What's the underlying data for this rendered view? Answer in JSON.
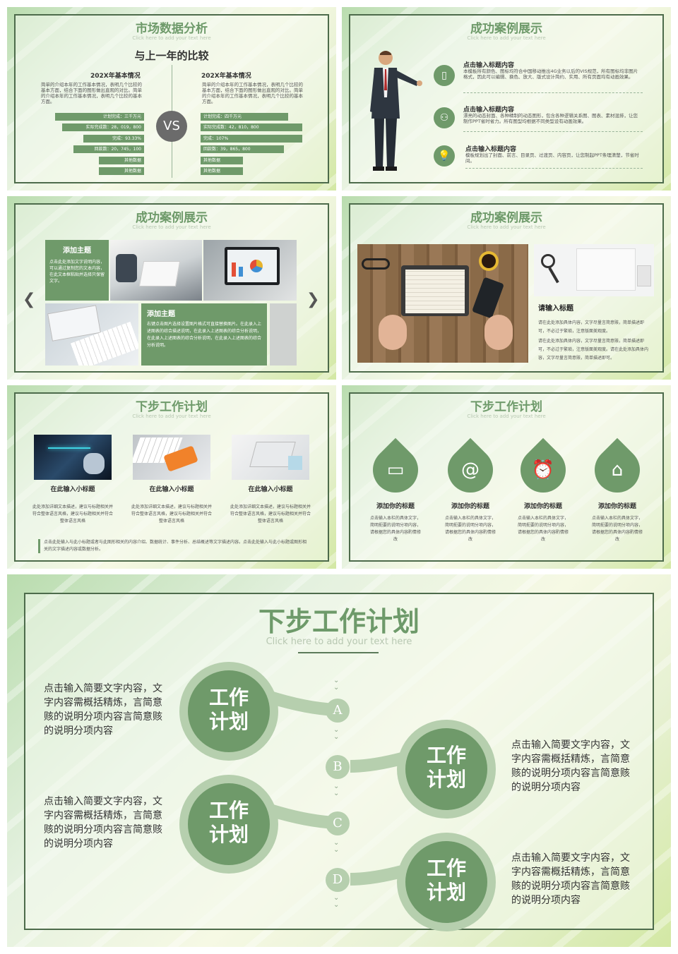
{
  "subtitle_small": "Click here to add your text here",
  "s1": {
    "title": "市场数据分析",
    "heading": "与上一年的比较",
    "left": {
      "label": "202X年基本情况",
      "desc": "简单的介绍本年的工作基本情况，表明几个比较的基本方面，结合下面的图形做出直观的对比。简单的介绍本年的工作基本情况，表明几个比较的基本方面。",
      "bars": [
        "计划完成：三千万元",
        "实际完成数：28，019，800",
        "完成：93.33%",
        "回款数：20，745，100",
        "其他数据",
        "其他数据"
      ]
    },
    "vs": "VS",
    "right": {
      "label": "202X年基本情况",
      "desc": "简单的介绍本年的工作基本情况，表明几个比较的基本方面，结合下面的图形做出直观的对比。简单的介绍本年的工作基本情况，表明几个比较的基本方面。",
      "bars": [
        "计划完成：四千万元",
        "实际完成数：42，810，800",
        "完成：107%",
        "回款数：39，865，800",
        "其他数据",
        "其他数据"
      ]
    }
  },
  "s2": {
    "title": "成功案例展示",
    "items": [
      {
        "title": "点击输入标题内容",
        "desc": "本模板所有颜色、图标均符合中国移动推出4G业务以后的VIS规范，所有图标均非图片格式，因此可以编辑、换色、放大、版式设计简约、实用、所有页面均有动画效果。"
      },
      {
        "title": "点击输入标题内容",
        "desc": "漂亮的动态封面、各种精制的动态图形，包含各种逻辑关系图、图表、素材混排，让您制作PPT省时省力。所有图型均根据不同类型设有动画效果。"
      },
      {
        "title": "点击输入标题内容",
        "desc": "模板规划出了封面、前言、目录页、过渡页、内容页，让您制起PPT条理清楚，节省时间。"
      }
    ]
  },
  "s3": {
    "title": "成功案例展示",
    "box1_title": "添加主题",
    "box1_desc": "点击此处添加文字说明内容，可以通过复制您的文本内容，在此文本框粘贴并选择只保留文字。",
    "box2_title": "添加主题",
    "box2_desc": "右键点击图片选择设置图片格式可直接替换图片。在此录入上述图表的综合描述说明，在此录入上述图表的综合分析说明，在此录入上述图表的综合分析说明，在此录入上述图表的综合分析说明。",
    "left_arrow": "❮",
    "right_arrow": "❯"
  },
  "s4": {
    "title": "成功案例展示",
    "heading": "请输入标题",
    "p1": "请在此处添加具体内容，文字尽量言简意赅，简单描述即可，不必过于繁琐，注意版面美观度。",
    "p2": "请在此处添加具体内容，文字尽量言简意赅，简单描述即可，不必过于繁琐，注意版面美观度。请在此处添加具体内容，文字尽量言简意赅，简单描述即可。"
  },
  "s5": {
    "title": "下步工作计划",
    "cols": [
      {
        "title": "在此输入小标题",
        "desc": "此处添加详细文本描述，建议与标题相关并符合整体语言风格，建议与标题相关并符合整体语言风格"
      },
      {
        "title": "在此输入小标题",
        "desc": "此处添加详细文本描述，建议与标题相关并符合整体语言风格，建议与标题相关并符合整体语言风格"
      },
      {
        "title": "在此输入小标题",
        "desc": "此处添加详细文本描述，建议与标题相关并符合整体语言风格，建议与标题相关并符合整体语言风格"
      }
    ],
    "note": "点击此处输入与此小标题或者与此图形相关的内容介绍、数据统计、事件分析、总结概述等文字描述内容。点击此处输入与此小标题或图形相关的文字描述内容或数据分析。"
  },
  "s6": {
    "title": "下步工作计划",
    "items": [
      {
        "icon": "▭",
        "title": "添加你的标题",
        "desc": "点击输入本栏的具体文字，简明扼要的说明分项内容，请根据您的具体内容酌情修改"
      },
      {
        "icon": "@",
        "title": "添加你的标题",
        "desc": "点击输入本栏的具体文字，简明扼要的说明分项内容，请根据您的具体内容酌情修改"
      },
      {
        "icon": "⏰",
        "title": "添加你的标题",
        "desc": "点击输入本栏的具体文字，简明扼要的说明分项内容，请根据您的具体内容酌情修改"
      },
      {
        "icon": "⌂",
        "title": "添加你的标题",
        "desc": "点击输入本栏的具体文字，简明扼要的说明分项内容，请根据您的具体内容酌情修改"
      }
    ]
  },
  "s7": {
    "title": "下步工作计划",
    "circle_label_1": "工作",
    "circle_label_2": "计划",
    "text": "点击输入简要文字内容，文字内容需概括精炼，言简意赅的说明分项内容言简意赅的说明分项内容",
    "letters": [
      "A",
      "B",
      "C",
      "D"
    ]
  },
  "colors": {
    "accent": "#6f9a6a",
    "frame": "#4d6b4b"
  }
}
